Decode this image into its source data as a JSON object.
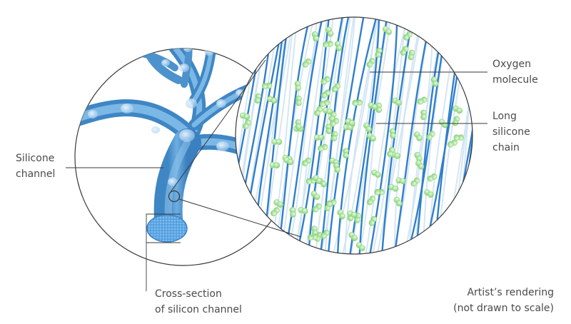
{
  "labels": {
    "oxygen": [
      "Oxygen",
      "molecule"
    ],
    "chain": [
      "Long",
      "silicone",
      "chain"
    ],
    "channel": [
      "Silicone",
      "channel"
    ],
    "cross_section": [
      "Cross-section",
      "of silicon channel"
    ],
    "rendering": [
      "Artist’s rendering",
      "(not drawn to scale)"
    ]
  },
  "colors": {
    "channel_blue": "#4f95cf",
    "channel_light": "#8fc2ea",
    "fiber_blue": "#2f7fcc",
    "fiber_faint": "#cfe3f3",
    "oxygen_green": "#8fd67e",
    "oxygen_light": "#d6f3cc",
    "outline": "#3a3a3a",
    "text": "#4a4a4a"
  }
}
